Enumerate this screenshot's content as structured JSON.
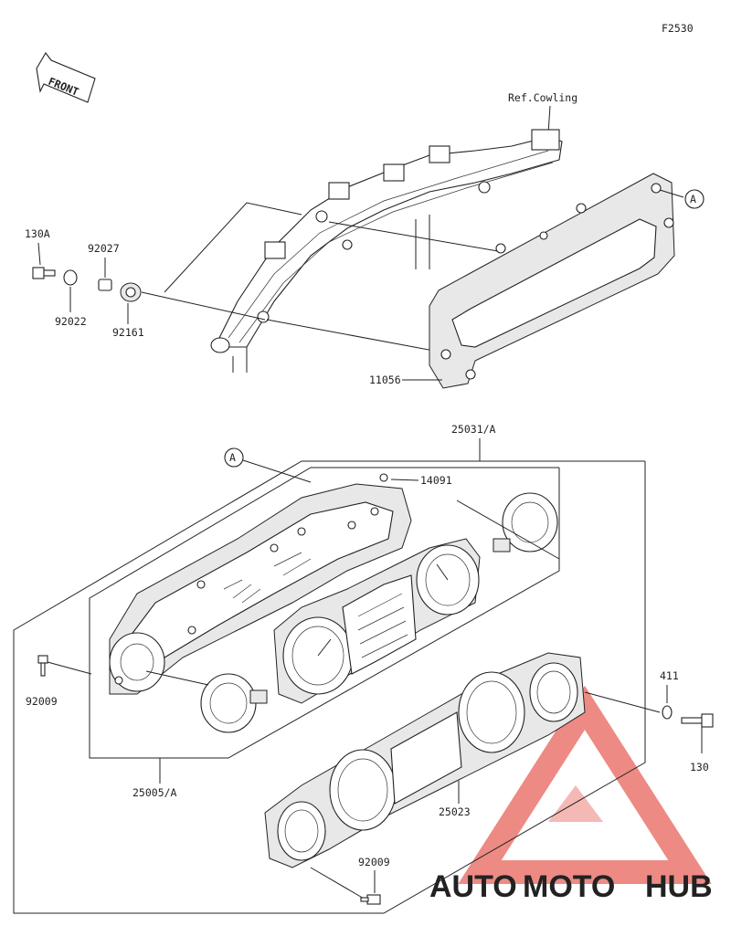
{
  "figure_code": "F2530",
  "front_label": "FRONT",
  "ref_label": "Ref.Cowling",
  "callout_a": "A",
  "parts": {
    "p130a": "130A",
    "p92027": "92027",
    "p92022": "92022",
    "p92161": "92161",
    "p11056": "11056",
    "p25031": "25031/A",
    "p14091": "14091",
    "p92009a": "92009",
    "p25005": "25005/A",
    "p411": "411",
    "p130": "130",
    "p25023": "25023",
    "p92009b": "92009"
  },
  "watermark": {
    "part1": "AUTO",
    "part2": "MOTO",
    "part3": "HUB",
    "color_orange": "#f5a623",
    "color_red": "#e02b20",
    "color_dark": "#333333"
  }
}
